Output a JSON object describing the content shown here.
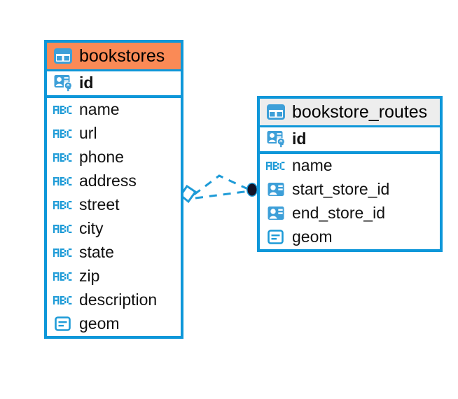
{
  "diagram": {
    "type": "entity-relationship-diagram",
    "background_color": "#ffffff",
    "accent_color": "#0e97d9",
    "selected_color": "#fa8a56",
    "unselected_header_color": "#ededed"
  },
  "entities": [
    {
      "name": "bookstores",
      "selected": true,
      "icon": "table-icon",
      "primary_key": [
        {
          "label": "id",
          "icon": "primary-key-icon"
        }
      ],
      "fields": [
        {
          "label": "name",
          "icon": "text-abc-icon"
        },
        {
          "label": "url",
          "icon": "text-abc-icon"
        },
        {
          "label": "phone",
          "icon": "text-abc-icon"
        },
        {
          "label": "address",
          "icon": "text-abc-icon"
        },
        {
          "label": "street",
          "icon": "text-abc-icon"
        },
        {
          "label": "city",
          "icon": "text-abc-icon"
        },
        {
          "label": "state",
          "icon": "text-abc-icon"
        },
        {
          "label": "zip",
          "icon": "text-abc-icon"
        },
        {
          "label": "description",
          "icon": "text-abc-icon"
        },
        {
          "label": "geom",
          "icon": "geometry-icon"
        }
      ]
    },
    {
      "name": "bookstore_routes",
      "selected": false,
      "icon": "table-icon",
      "primary_key": [
        {
          "label": "id",
          "icon": "primary-key-icon"
        }
      ],
      "fields": [
        {
          "label": "name",
          "icon": "text-abc-icon"
        },
        {
          "label": "start_store_id",
          "icon": "foreign-key-icon"
        },
        {
          "label": "end_store_id",
          "icon": "foreign-key-icon"
        },
        {
          "label": "geom",
          "icon": "geometry-icon"
        }
      ]
    }
  ],
  "relationship": {
    "style": "dashed",
    "source_marker": "open-diamond",
    "target_marker": "filled-circle",
    "color": "#1e9bd7",
    "target_marker_color": "#1a1a2e"
  }
}
